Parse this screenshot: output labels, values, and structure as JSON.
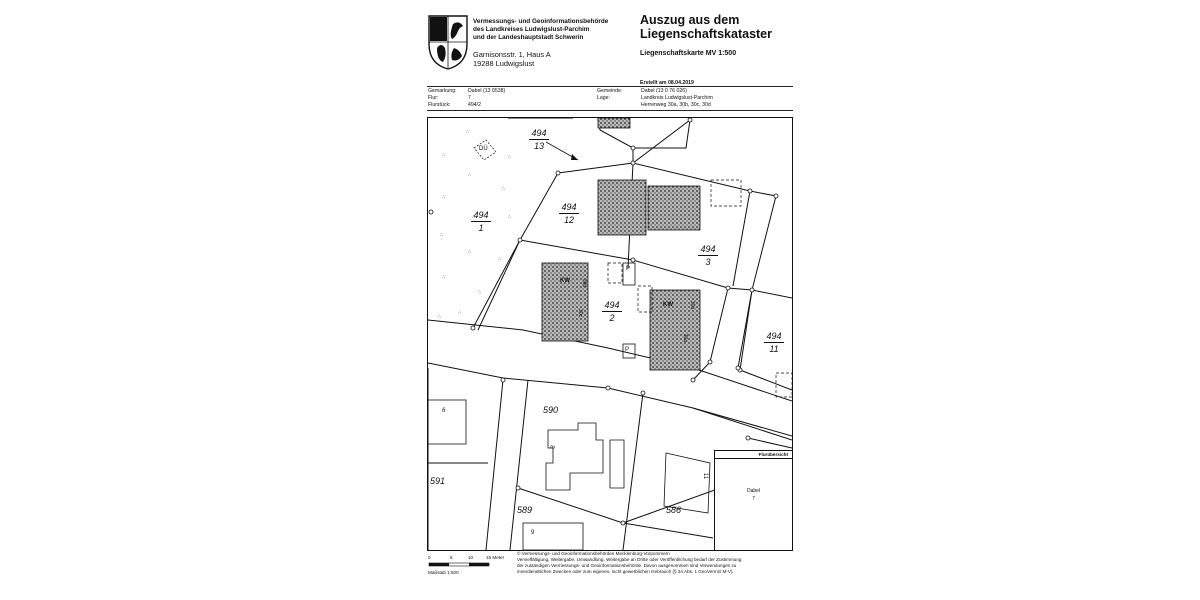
{
  "header": {
    "authority_lines": [
      "Vermessungs- und Geoinformationsbehörde",
      "des Landkreises Ludwigslust-Parchim",
      "und der Landeshauptstadt Schwerin"
    ],
    "address_lines": [
      "Garnisonsstr. 1, Haus A",
      "19288 Ludwigslust"
    ],
    "title_lines": [
      "Auszug aus dem",
      "Liegenschaftskataster"
    ],
    "subtitle": "Liegenschaftskarte MV 1:500",
    "created": "Erstellt am 08.04.2019"
  },
  "meta": {
    "left_labels": [
      "Gemarkung:",
      "Flur:",
      "Flurstück:"
    ],
    "left_values": [
      "Dabel (13 0538)",
      "7",
      "494/2"
    ],
    "right_labels": [
      "Gemeinde:",
      "",
      "Lage:"
    ],
    "right_values": [
      "Dabel (13 0 76 026)",
      "Landkreis Ludwigslust-Parchim",
      "Herrenweg 30a, 30b, 30c, 30d"
    ]
  },
  "map": {
    "parcels": [
      {
        "id": "p494_13",
        "num": "494",
        "den": "13"
      },
      {
        "id": "p494_1",
        "num": "494",
        "den": "1"
      },
      {
        "id": "p494_12",
        "num": "494",
        "den": "12"
      },
      {
        "id": "p494_3",
        "num": "494",
        "den": "3"
      },
      {
        "id": "p494_2",
        "num": "494",
        "den": "2"
      },
      {
        "id": "p494_11",
        "num": "494",
        "den": "11"
      }
    ],
    "labels": {
      "du": "DÜ",
      "kw": "KW",
      "p": "P",
      "h30a": "30a",
      "h30b": "30b",
      "h30c": "30c",
      "h30d": "30d",
      "n590": "590",
      "n591": "591",
      "n589": "589",
      "n586": "586",
      "n6": "6",
      "n8": "8",
      "n9": "9",
      "n11": "11"
    },
    "inset_title": "Flurübersicht",
    "inset_lines": [
      "Dabel",
      "7"
    ]
  },
  "footer": {
    "scale_labels": [
      "0",
      "5",
      "10",
      "15 Meter"
    ],
    "massstab": "Maßstab 1:500",
    "copyright_lines": [
      "© Vermessungs- und Geoinformationsbehörden Mecklenburg-Vorpommern",
      "Vervielfältigung, Weitergabe, Umwandlung, Weitergabe an Dritte oder Veröffentlichung bedarf der Zustimmung",
      "der zuständigen Vermessungs- und Geoinformationsbehörde. Davon ausgenommen sind Verwendungen zu",
      "innerdienstlichen Zwecken oder zum eigenen, nicht gewerblichen Gebrauch (§ 34 Abs. 1 GeoVermG M-V)."
    ]
  }
}
